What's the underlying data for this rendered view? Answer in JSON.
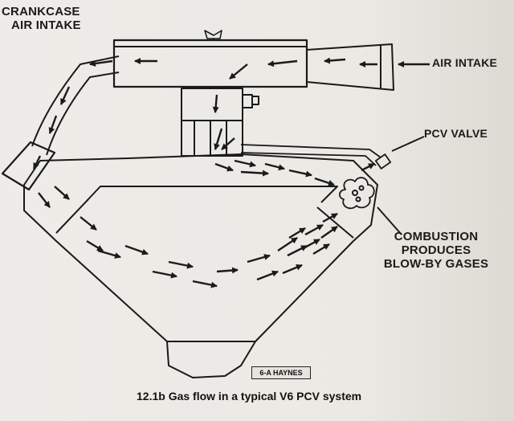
{
  "labels": {
    "crankcase_line1": "CRANKCASE",
    "crankcase_line2": "AIR INTAKE",
    "air_intake": "AIR INTAKE",
    "pcv_valve": "PCV VALVE",
    "combustion_line1": "COMBUSTION",
    "combustion_line2": "PRODUCES",
    "combustion_line3": "BLOW-BY GASES"
  },
  "badge": "6-A HAYNES",
  "caption": "12.1b  Gas flow in a typical V6 PCV system",
  "colors": {
    "ink": "#1a1a1a",
    "paper": "#ebe9e4"
  }
}
